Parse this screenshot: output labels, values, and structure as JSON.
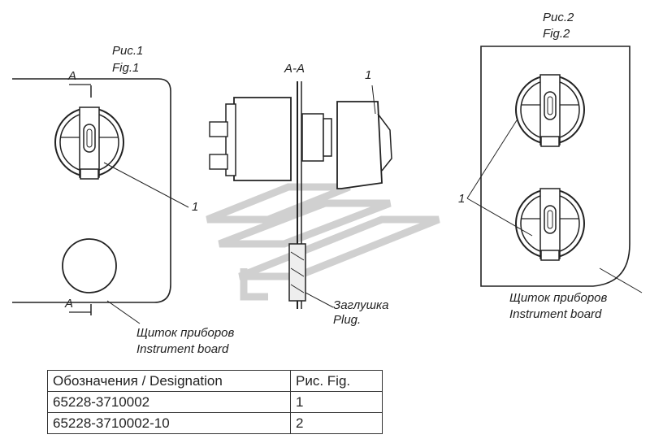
{
  "fig1": {
    "title_ru": "Рис.1",
    "title_en": "Fig.1",
    "section_top": "A",
    "section_bottom": "A",
    "callout": "1",
    "board_ru": "Щиток приборов",
    "board_en": "Instrument board"
  },
  "section": {
    "title": "A-A",
    "callout": "1",
    "plug_ru": "Заглушка",
    "plug_en": "Plug."
  },
  "fig2": {
    "title_ru": "Рис.2",
    "title_en": "Fig.2",
    "callout": "1",
    "board_ru": "Щиток приборов",
    "board_en": "Instrument board"
  },
  "table": {
    "headers": [
      "Обозначения / Designation",
      "Рис. Fig."
    ],
    "rows": [
      [
        "65228-3710002",
        "1"
      ],
      [
        "65228-3710002-10",
        "2"
      ]
    ]
  }
}
